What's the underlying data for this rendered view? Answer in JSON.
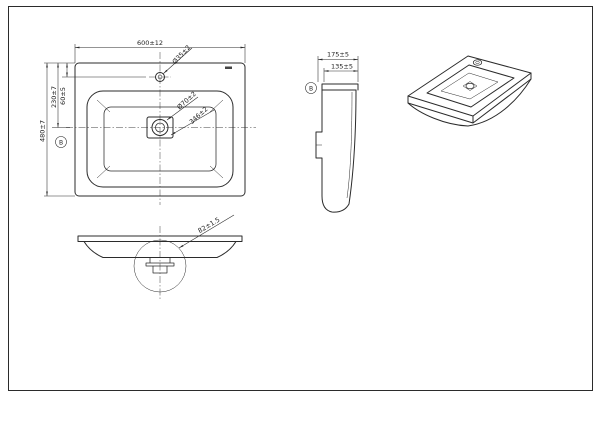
{
  "views": {
    "top": {
      "label_width": "600±12",
      "label_faucet_hole": "Ø35±2",
      "label_height": "480±7",
      "label_drain_center": "230±7",
      "label_faucet_offset": "60±5",
      "label_drain_dia": "Ø70±2",
      "label_basin": "346±2",
      "section_marker": "B"
    },
    "side": {
      "label_depth": "175±5",
      "label_inner_depth": "135±5",
      "section_marker": "B"
    },
    "front": {
      "label_drain_detail": "82±1.5"
    }
  }
}
